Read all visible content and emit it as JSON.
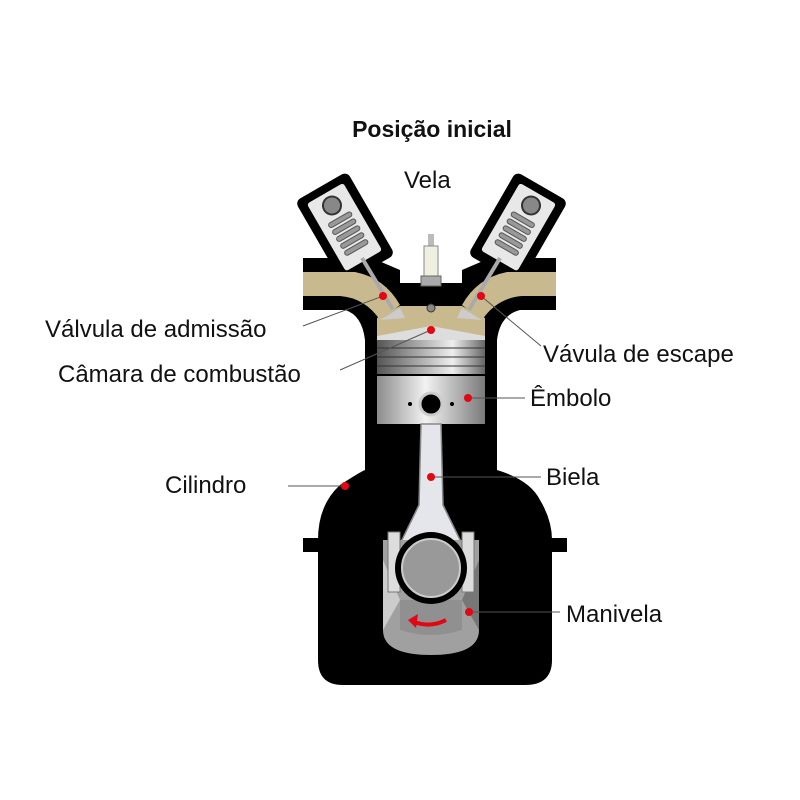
{
  "title": "Posição inicial",
  "labels": {
    "spark_plug": "Vela",
    "intake_valve": "Válvula de admissão",
    "combustion_chamber": "Câmara de combustão",
    "exhaust_valve": "Vávula de escape",
    "piston": "Êmbolo",
    "connecting_rod": "Biela",
    "cylinder": "Cilindro",
    "crankshaft": "Manivela"
  },
  "colors": {
    "body": "#c9b98f",
    "outline": "#000000",
    "marker": "#e30613",
    "metal": "#a8a8a8"
  }
}
